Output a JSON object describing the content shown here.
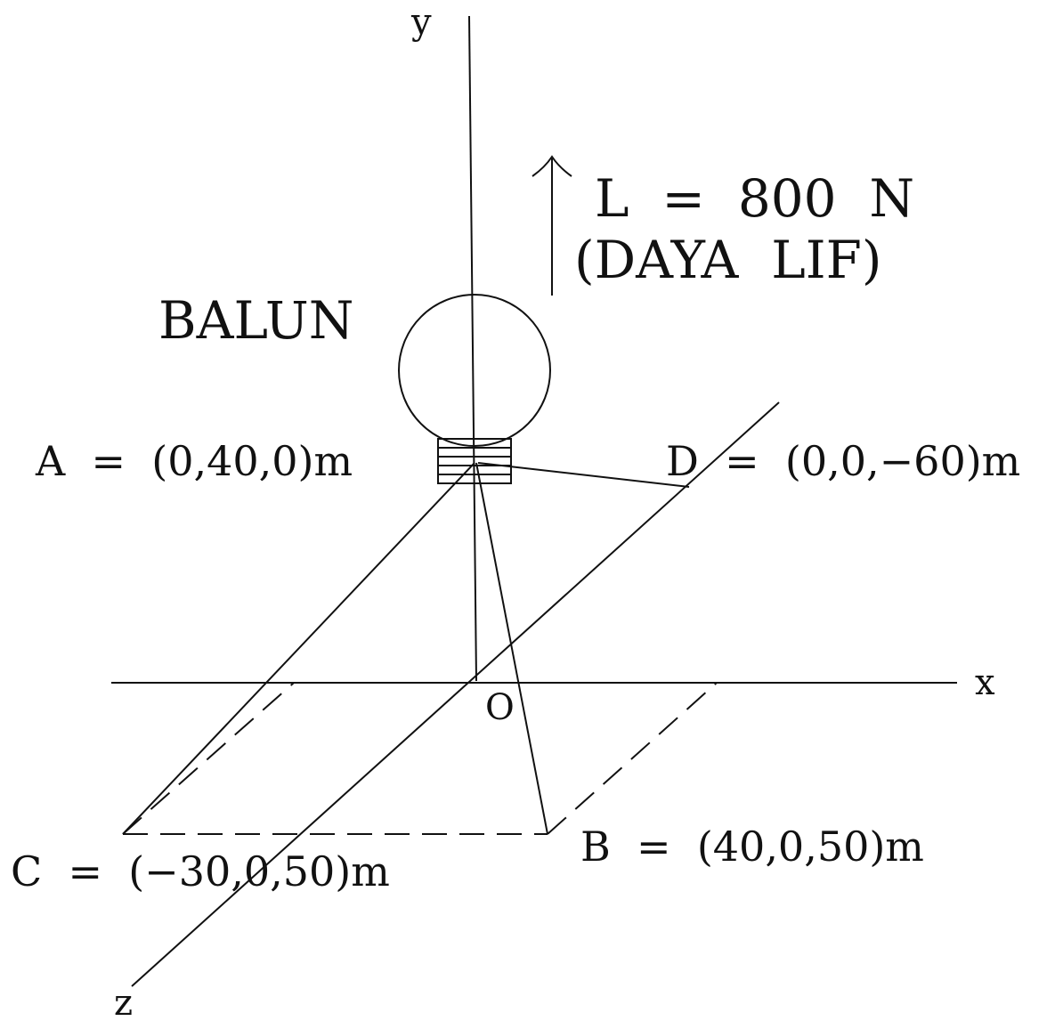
{
  "axes": {
    "x": "x",
    "y": "y",
    "z": "z",
    "origin": "O"
  },
  "balloon": {
    "label": "BALUN"
  },
  "force": {
    "line1": "L  =  800  N",
    "line2": "(DAYA  LIF)"
  },
  "points": {
    "A": "A  =  (0,40,0)m",
    "B": "B  =  (40,0,50)m",
    "C": "C  =  (−30,0,50)m",
    "D": "D  =  (0,0,−60)m"
  }
}
